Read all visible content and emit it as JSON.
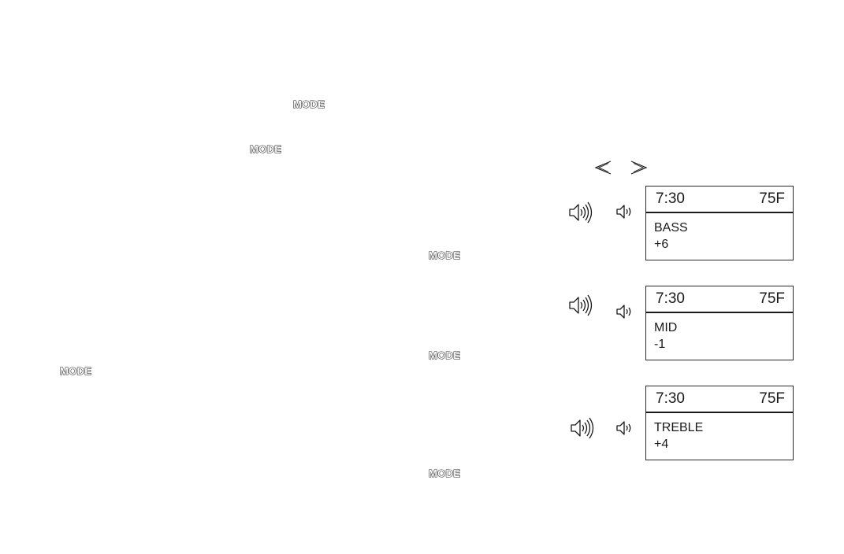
{
  "mode_labels": [
    "MODE",
    "MODE",
    "MODE",
    "MODE",
    "MODE",
    "MODE"
  ],
  "icons": {
    "nav": [
      "chevron-left-icon",
      "chevron-right-icon"
    ],
    "speaker_loud": "speaker-loud-icon",
    "speaker_quiet": "speaker-quiet-icon"
  },
  "displays": [
    {
      "time": "7:30",
      "temp": "75F",
      "label": "BASS",
      "value": "+6"
    },
    {
      "time": "7:30",
      "temp": "75F",
      "label": "MID",
      "value": "-1"
    },
    {
      "time": "7:30",
      "temp": "75F",
      "label": "TREBLE",
      "value": "+4"
    }
  ]
}
